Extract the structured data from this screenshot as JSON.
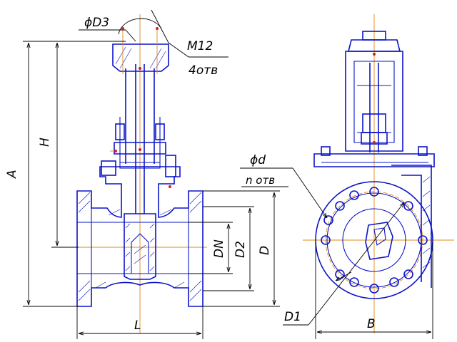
{
  "labels": {
    "phi_d3": "ϕD3",
    "m12": "M12",
    "holes4": "4отв",
    "A": "A",
    "H": "H",
    "L": "L",
    "DN": "DN",
    "D2": "D2",
    "D": "D",
    "phi_d": "ϕd",
    "n_holes": "n отв",
    "D1": "D1",
    "B": "B"
  },
  "colors": {
    "outline": "#0b14c8",
    "dimension": "#000000",
    "axis": "#e08a1a",
    "point": "#d81b1b"
  }
}
